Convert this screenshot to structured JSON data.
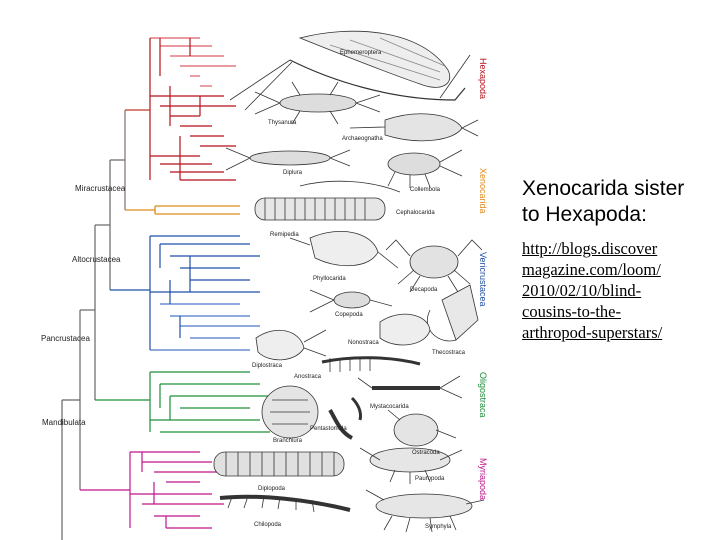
{
  "caption": {
    "line1": "Xenocarida sister",
    "line2": "to Hexapoda:"
  },
  "link": {
    "lines": [
      "http://blogs.discover",
      "magazine.com/loom/",
      "2010/02/10/blind-",
      "cousins-to-the-",
      "arthropod-superstars/"
    ]
  },
  "tree": {
    "clades": [
      {
        "id": "miracrustacea",
        "label": "Miracrustacea"
      },
      {
        "id": "altocrustacea",
        "label": "Altocrustacea"
      },
      {
        "id": "pancrustacea",
        "label": "Pancrustacea"
      },
      {
        "id": "mandibulata",
        "label": "Mandibulata"
      }
    ],
    "groups": [
      {
        "id": "hexapoda",
        "label": "Hexapoda",
        "color": "#b3121b"
      },
      {
        "id": "xenocarida",
        "label": "Xenocarida",
        "color": "#e08a1c"
      },
      {
        "id": "vericrustacea",
        "label": "Vericrustacea",
        "color": "#1f4fa6"
      },
      {
        "id": "oligostraca",
        "label": "Oligostraca",
        "color": "#1d8f3a"
      },
      {
        "id": "myriapoda",
        "label": "Myriapoda",
        "color": "#c0168c"
      }
    ],
    "taxa": [
      {
        "id": "ephemeroptera",
        "label": "Ephemeroptera"
      },
      {
        "id": "thysanura",
        "label": "Thysanura"
      },
      {
        "id": "archaeognatha",
        "label": "Archaeognatha"
      },
      {
        "id": "collembola",
        "label": "Collembola"
      },
      {
        "id": "diplura",
        "label": "Diplura"
      },
      {
        "id": "cephalocarida",
        "label": "Cephalocarida"
      },
      {
        "id": "remipedia",
        "label": "Remipedia"
      },
      {
        "id": "phyllocarida",
        "label": "Phyllocarida"
      },
      {
        "id": "decapoda",
        "label": "Decapoda"
      },
      {
        "id": "copepoda",
        "label": "Copepoda"
      },
      {
        "id": "nonostraca",
        "label": "Nonostraca"
      },
      {
        "id": "thecostraca",
        "label": "Thecostraca"
      },
      {
        "id": "diplostraca",
        "label": "Diplostraca"
      },
      {
        "id": "anostraca",
        "label": "Anostraca"
      },
      {
        "id": "mystacocarida",
        "label": "Mystacocarida"
      },
      {
        "id": "pentastomida",
        "label": "Pentastomida"
      },
      {
        "id": "branchiura",
        "label": "Branchiura"
      },
      {
        "id": "ostracoda",
        "label": "Ostracoda"
      },
      {
        "id": "diplopoda",
        "label": "Diplopoda"
      },
      {
        "id": "pauropoda",
        "label": "Pauropoda"
      },
      {
        "id": "chilopoda",
        "label": "Chilopoda"
      },
      {
        "id": "symphyla",
        "label": "Symphyla"
      }
    ]
  }
}
